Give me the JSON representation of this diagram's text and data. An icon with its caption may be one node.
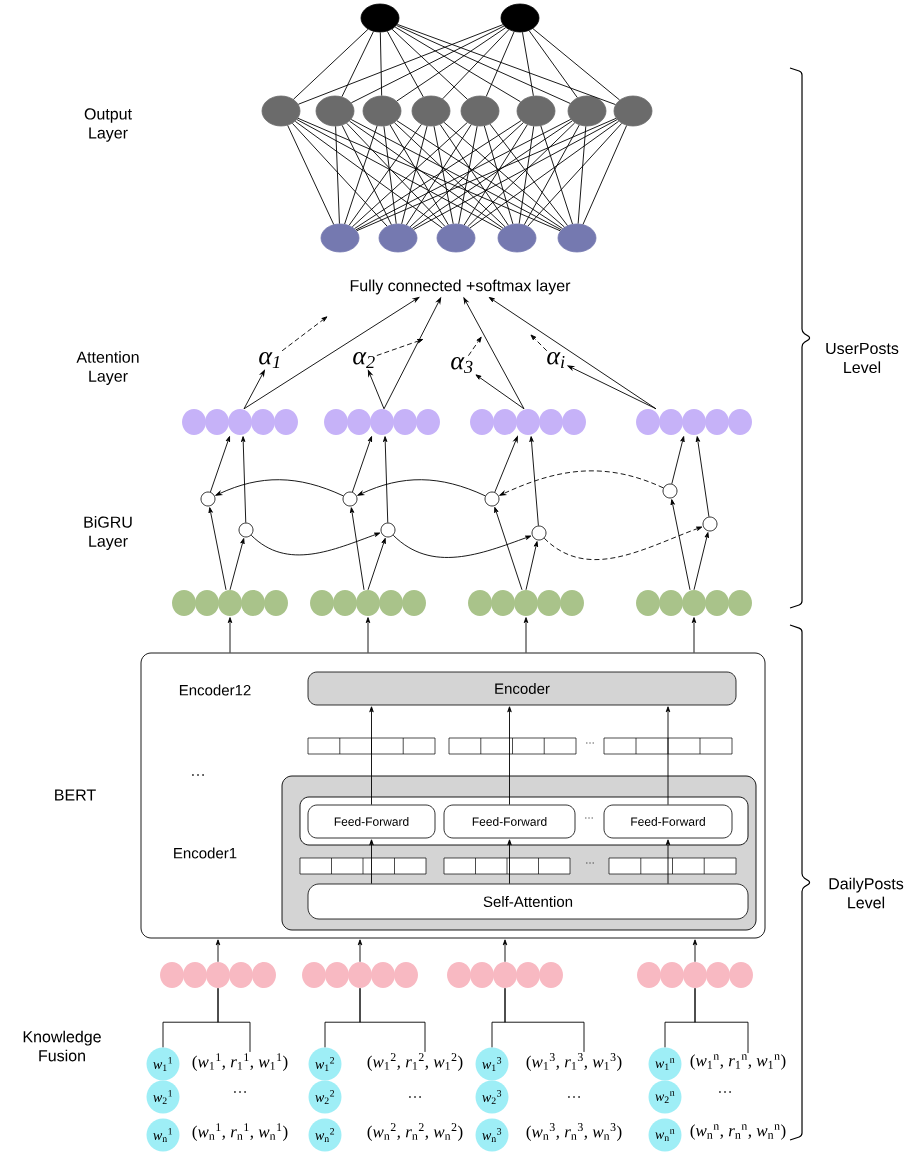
{
  "diagram": {
    "nodes": [
      {
        "text": [],
        "shape": "circle"
      },
      {
        "text": [],
        "shape": "circle"
      },
      {
        "text": [],
        "shape": "circle"
      },
      {
        "text": [],
        "shape": "circle"
      },
      {
        "text": [],
        "shape": "circle"
      },
      {
        "text": [],
        "shape": "circle"
      },
      {
        "text": [],
        "shape": "circle"
      },
      {
        "text": [],
        "shape": "circle"
      },
      {
        "text": [],
        "shape": "circle"
      },
      {
        "text": [],
        "shape": "circle"
      },
      {
        "text": [],
        "shape": "circle"
      },
      {
        "text": [],
        "shape": "circle"
      },
      {
        "text": [],
        "shape": "circle"
      },
      {
        "text": [],
        "shape": "circle"
      },
      {
        "text": [],
        "shape": "circle"
      },
      {
        "text": [
          "Fully connected +softmax layer"
        ]
      },
      {
        "text": [
          "α$_{1}$"
        ]
      },
      {
        "text": [
          "α$_{2}$"
        ]
      },
      {
        "text": [
          "α$_{3}$"
        ]
      },
      {
        "text": [
          "α$_{i}$"
        ]
      },
      {
        "text": [],
        "shape": "circle"
      },
      {
        "text": [],
        "shape": "circle"
      },
      {
        "text": [],
        "shape": "circle"
      },
      {
        "text": [],
        "shape": "circle"
      },
      {
        "text": [],
        "shape": "circle"
      },
      {
        "text": [],
        "shape": "circle"
      },
      {
        "text": [],
        "shape": "circle"
      },
      {
        "text": [],
        "shape": "circle"
      },
      {
        "text": [],
        "shape": "circle"
      },
      {
        "text": [],
        "shape": "circle"
      },
      {
        "text": [],
        "shape": "circle"
      },
      {
        "text": [],
        "shape": "circle"
      },
      {
        "text": [],
        "shape": "circle"
      },
      {
        "text": [],
        "shape": "circle"
      },
      {
        "text": [],
        "shape": "circle"
      },
      {
        "text": [],
        "shape": "circle"
      },
      {
        "text": [],
        "shape": "box"
      },
      {
        "text": [
          "Encoder"
        ],
        "in": 36
      },
      {
        "text": [],
        "shape": "box",
        "in": 36
      },
      {
        "text": [],
        "shape": "box",
        "in": 38
      },
      {
        "text": [
          "Feed-Forward"
        ],
        "in": 39
      },
      {
        "text": [
          "Feed-Forward"
        ],
        "in": 39
      },
      {
        "text": [
          "Feed-Forward"
        ],
        "in": 39
      },
      {
        "text": [
          "Self-Attention"
        ],
        "in": 38
      },
      {
        "text": [],
        "shape": "circle"
      },
      {
        "text": [],
        "shape": "circle"
      },
      {
        "text": [],
        "shape": "circle"
      },
      {
        "text": [],
        "shape": "circle"
      },
      {
        "text": [
          "*w*$_{1}$$^{1}$"
        ]
      },
      {
        "text": [
          "(*w*$_{1}$$^{1}$, *r*$_{1}$$^{1}$, *w*$_{1}$$^{1}$)"
        ]
      },
      {
        "text": [
          "*w*$_{2}$$^{1}$"
        ]
      },
      {
        "text": [
          "*w*$_{n}$$^{1}$"
        ]
      },
      {
        "text": [
          "(*w*$_{n}$$^{1}$, *r*$_{n}$$^{1}$, *w*$_{n}$$^{1}$)"
        ]
      },
      {
        "text": [
          "*w*$_{1}$$^{2}$"
        ]
      },
      {
        "text": [
          "(*w*$_{1}$$^{2}$, *r*$_{1}$$^{2}$, *w*$_{1}$$^{2}$)"
        ]
      },
      {
        "text": [
          "*w*$_{2}$$^{2}$"
        ]
      },
      {
        "text": [
          "*w*$_{n}$$^{2}$"
        ]
      },
      {
        "text": [
          "(*w*$_{n}$$^{2}$, *r*$_{n}$$^{2}$, *w*$_{n}$$^{2}$)"
        ]
      },
      {
        "text": [
          "*w*$_{1}$$^{3}$"
        ]
      },
      {
        "text": [
          "(*w*$_{1}$$^{3}$, *r*$_{1}$$^{3}$, *w*$_{1}$$^{3}$)"
        ]
      },
      {
        "text": [
          "*w*$_{2}$$^{3}$"
        ]
      },
      {
        "text": [
          "*w*$_{n}$$^{3}$"
        ]
      },
      {
        "text": [
          "(*w*$_{n}$$^{3}$, *r*$_{n}$$^{3}$, *w*$_{n}$$^{3}$)"
        ]
      },
      {
        "text": [
          "*w*$_{1}$$^{n}$"
        ]
      },
      {
        "text": [
          "(*w*$_{1}$$^{n}$, *r*$_{1}$$^{n}$, *w*$_{1}$$^{n}$)"
        ]
      },
      {
        "text": [
          "*w*$_{2}$$^{n}$"
        ]
      },
      {
        "text": [
          "*w*$_{n}$$^{n}$"
        ]
      },
      {
        "text": [
          "(*w*$_{n}$$^{n}$, *r*$_{n}$$^{n}$, *w*$_{n}$$^{n}$)"
        ]
      }
    ],
    "edges": [
      {
        "from": 0,
        "to": 2,
        "arrow": "none"
      },
      {
        "from": 0,
        "to": 3,
        "arrow": "none"
      },
      {
        "from": 0,
        "to": 4,
        "arrow": "none"
      },
      {
        "from": 0,
        "to": 5,
        "arrow": "none"
      },
      {
        "from": 0,
        "to": 6,
        "arrow": "none"
      },
      {
        "from": 0,
        "to": 7,
        "arrow": "none"
      },
      {
        "from": 0,
        "to": 8,
        "arrow": "none"
      },
      {
        "from": 0,
        "to": 9,
        "arrow": "none"
      },
      {
        "from": 1,
        "to": 2,
        "arrow": "none"
      },
      {
        "from": 1,
        "to": 3,
        "arrow": "none"
      },
      {
        "from": 1,
        "to": 4,
        "arrow": "none"
      },
      {
        "from": 1,
        "to": 5,
        "arrow": "none"
      },
      {
        "from": 1,
        "to": 6,
        "arrow": "none"
      },
      {
        "from": 1,
        "to": 7,
        "arrow": "none"
      },
      {
        "from": 1,
        "to": 8,
        "arrow": "none"
      },
      {
        "from": 1,
        "to": 9,
        "arrow": "none"
      },
      {
        "from": 2,
        "to": 10,
        "arrow": "none"
      },
      {
        "from": 2,
        "to": 11,
        "arrow": "none"
      },
      {
        "from": 2,
        "to": 12,
        "arrow": "none"
      },
      {
        "from": 2,
        "to": 13,
        "arrow": "none"
      },
      {
        "from": 2,
        "to": 14,
        "arrow": "none"
      },
      {
        "from": 3,
        "to": 10,
        "arrow": "none"
      },
      {
        "from": 3,
        "to": 11,
        "arrow": "none"
      },
      {
        "from": 3,
        "to": 12,
        "arrow": "none"
      },
      {
        "from": 3,
        "to": 13,
        "arrow": "none"
      },
      {
        "from": 3,
        "to": 14,
        "arrow": "none"
      },
      {
        "from": 4,
        "to": 10,
        "arrow": "none"
      },
      {
        "from": 4,
        "to": 11,
        "arrow": "none"
      },
      {
        "from": 4,
        "to": 12,
        "arrow": "none"
      },
      {
        "from": 4,
        "to": 13,
        "arrow": "none"
      },
      {
        "from": 4,
        "to": 14,
        "arrow": "none"
      },
      {
        "from": 5,
        "to": 10,
        "arrow": "none"
      },
      {
        "from": 5,
        "to": 11,
        "arrow": "none"
      },
      {
        "from": 5,
        "to": 12,
        "arrow": "none"
      },
      {
        "from": 5,
        "to": 13,
        "arrow": "none"
      },
      {
        "from": 5,
        "to": 14,
        "arrow": "none"
      },
      {
        "from": 6,
        "to": 10,
        "arrow": "none"
      },
      {
        "from": 6,
        "to": 11,
        "arrow": "none"
      },
      {
        "from": 6,
        "to": 12,
        "arrow": "none"
      },
      {
        "from": 6,
        "to": 13,
        "arrow": "none"
      },
      {
        "from": 6,
        "to": 14,
        "arrow": "none"
      },
      {
        "from": 7,
        "to": 10,
        "arrow": "none"
      },
      {
        "from": 7,
        "to": 11,
        "arrow": "none"
      },
      {
        "from": 7,
        "to": 12,
        "arrow": "none"
      },
      {
        "from": 7,
        "to": 13,
        "arrow": "none"
      },
      {
        "from": 7,
        "to": 14,
        "arrow": "none"
      },
      {
        "from": 8,
        "to": 10,
        "arrow": "none"
      },
      {
        "from": 8,
        "to": 11,
        "arrow": "none"
      },
      {
        "from": 8,
        "to": 12,
        "arrow": "none"
      },
      {
        "from": 8,
        "to": 13,
        "arrow": "none"
      },
      {
        "from": 8,
        "to": 14,
        "arrow": "none"
      },
      {
        "from": 9,
        "to": 10,
        "arrow": "none"
      },
      {
        "from": 9,
        "to": 11,
        "arrow": "none"
      },
      {
        "from": 9,
        "to": 12,
        "arrow": "none"
      },
      {
        "from": 9,
        "to": 13,
        "arrow": "none"
      },
      {
        "from": 9,
        "to": 14,
        "arrow": "none"
      },
      {
        "from": 20,
        "to": 15,
        "arrow": "to"
      },
      {
        "from": 21,
        "to": 15,
        "arrow": "to"
      },
      {
        "from": 22,
        "to": 15,
        "arrow": "to"
      },
      {
        "from": 23,
        "to": 15,
        "arrow": "to"
      },
      {
        "from": 20,
        "to": 16,
        "arrow": "to"
      },
      {
        "from": 21,
        "to": 17,
        "arrow": "to"
      },
      {
        "from": 22,
        "to": 18,
        "arrow": "to"
      },
      {
        "from": 23,
        "to": 19,
        "arrow": "to"
      },
      {
        "from": 16,
        "to": null,
        "arrow": "to",
        "style": "dashed"
      },
      {
        "from": 17,
        "to": null,
        "arrow": "to",
        "style": "dashed"
      },
      {
        "from": 18,
        "to": null,
        "arrow": "to",
        "style": "dashed"
      },
      {
        "from": 19,
        "to": null,
        "arrow": "to",
        "style": "dashed"
      },
      {
        "from": 24,
        "to": 20,
        "arrow": "to"
      },
      {
        "from": 28,
        "to": 20,
        "arrow": "to"
      },
      {
        "from": 25,
        "to": 21,
        "arrow": "to"
      },
      {
        "from": 29,
        "to": 21,
        "arrow": "to"
      },
      {
        "from": 26,
        "to": 22,
        "arrow": "to"
      },
      {
        "from": 30,
        "to": 22,
        "arrow": "to"
      },
      {
        "from": 27,
        "to": 23,
        "arrow": "to"
      },
      {
        "from": 31,
        "to": 23,
        "arrow": "to"
      },
      {
        "from": 25,
        "to": 24,
        "arrow": "to"
      },
      {
        "from": 26,
        "to": 25,
        "arrow": "to"
      },
      {
        "from": 27,
        "to": 26,
        "arrow": "to",
        "style": "dashed"
      },
      {
        "from": 28,
        "to": 29,
        "arrow": "to"
      },
      {
        "from": 29,
        "to": 30,
        "arrow": "to"
      },
      {
        "from": 30,
        "to": 31,
        "arrow": "to",
        "style": "dashed"
      },
      {
        "from": 32,
        "to": 24,
        "arrow": "to"
      },
      {
        "from": 32,
        "to": 28,
        "arrow": "to"
      },
      {
        "from": 33,
        "to": 25,
        "arrow": "to"
      },
      {
        "from": 33,
        "to": 29,
        "arrow": "to"
      },
      {
        "from": 34,
        "to": 26,
        "arrow": "to"
      },
      {
        "from": 34,
        "to": 30,
        "arrow": "to"
      },
      {
        "from": 35,
        "to": 27,
        "arrow": "to"
      },
      {
        "from": 35,
        "to": 31,
        "arrow": "to"
      },
      {
        "from": 36,
        "to": 32,
        "arrow": "to"
      },
      {
        "from": 36,
        "to": 33,
        "arrow": "to"
      },
      {
        "from": 36,
        "to": 34,
        "arrow": "to"
      },
      {
        "from": 36,
        "to": 35,
        "arrow": "to"
      },
      {
        "from": 40,
        "to": 37,
        "arrow": "to"
      },
      {
        "from": 41,
        "to": 37,
        "arrow": "to"
      },
      {
        "from": 42,
        "to": 37,
        "arrow": "to"
      },
      {
        "from": 43,
        "to": 40,
        "arrow": "to"
      },
      {
        "from": 43,
        "to": 41,
        "arrow": "to"
      },
      {
        "from": 43,
        "to": 42,
        "arrow": "to"
      },
      {
        "from": 44,
        "to": 36,
        "arrow": "to"
      },
      {
        "from": 45,
        "to": 36,
        "arrow": "to"
      },
      {
        "from": 46,
        "to": 36,
        "arrow": "to"
      },
      {
        "from": 47,
        "to": 36,
        "arrow": "to"
      },
      {
        "from": 48,
        "to": 44,
        "arrow": "none"
      },
      {
        "from": 49,
        "to": 44,
        "arrow": "none"
      },
      {
        "from": 53,
        "to": 45,
        "arrow": "none"
      },
      {
        "from": 54,
        "to": 45,
        "arrow": "none"
      },
      {
        "from": 58,
        "to": 46,
        "arrow": "none"
      },
      {
        "from": 59,
        "to": 46,
        "arrow": "none"
      },
      {
        "from": 63,
        "to": 47,
        "arrow": "none"
      },
      {
        "from": 64,
        "to": 47,
        "arrow": "none"
      }
    ],
    "labels": [
      "Output Layer",
      "Attention Layer",
      "UserPosts Level",
      "BiGRU Layer",
      "Encoder12",
      "…",
      "…",
      "BERT",
      "…",
      "Encoder1",
      "…",
      "DailyPosts Level",
      "Knowledge Fusion",
      "…",
      "…",
      "…",
      "…"
    ]
  }
}
